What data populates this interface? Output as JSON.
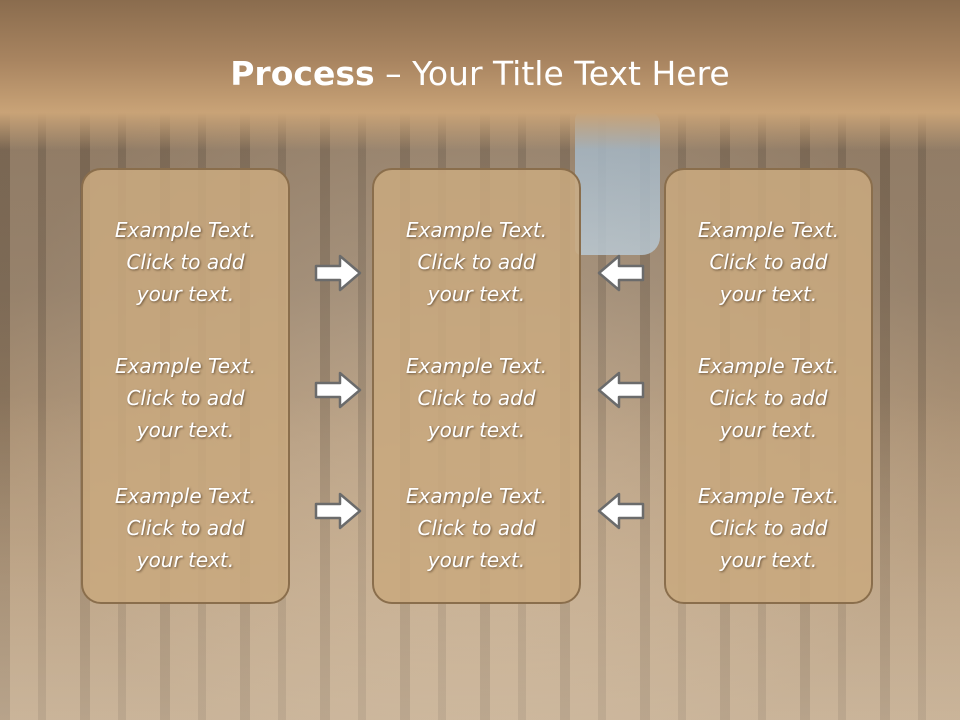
{
  "slide": {
    "title_bold": "Process",
    "title_rest": " – Your Title Text Here"
  },
  "columns": [
    {
      "items": [
        {
          "line1": "Example Text.",
          "line2": "Click  to add",
          "line3": "your text."
        },
        {
          "line1": "Example Text.",
          "line2": "Click  to add",
          "line3": "your text."
        },
        {
          "line1": "Example Text.",
          "line2": "Click  to add",
          "line3": "your text."
        }
      ]
    },
    {
      "items": [
        {
          "line1": "Example Text.",
          "line2": "Click  to add",
          "line3": "your text."
        },
        {
          "line1": "Example Text.",
          "line2": "Click  to add",
          "line3": "your text."
        },
        {
          "line1": "Example Text.",
          "line2": "Click  to add",
          "line3": "your text."
        }
      ]
    },
    {
      "items": [
        {
          "line1": "Example Text.",
          "line2": "Click  to add",
          "line3": "your text."
        },
        {
          "line1": "Example Text.",
          "line2": "Click  to add",
          "line3": "your text."
        },
        {
          "line1": "Example Text.",
          "line2": "Click  to add",
          "line3": "your text."
        }
      ]
    }
  ],
  "arrows": {
    "left_group": "right-arrow-icon",
    "right_group": "left-arrow-icon"
  },
  "colors": {
    "box_fill": "#c8a87e",
    "box_border": "#8a6e4c",
    "title_text": "#ffffff"
  }
}
